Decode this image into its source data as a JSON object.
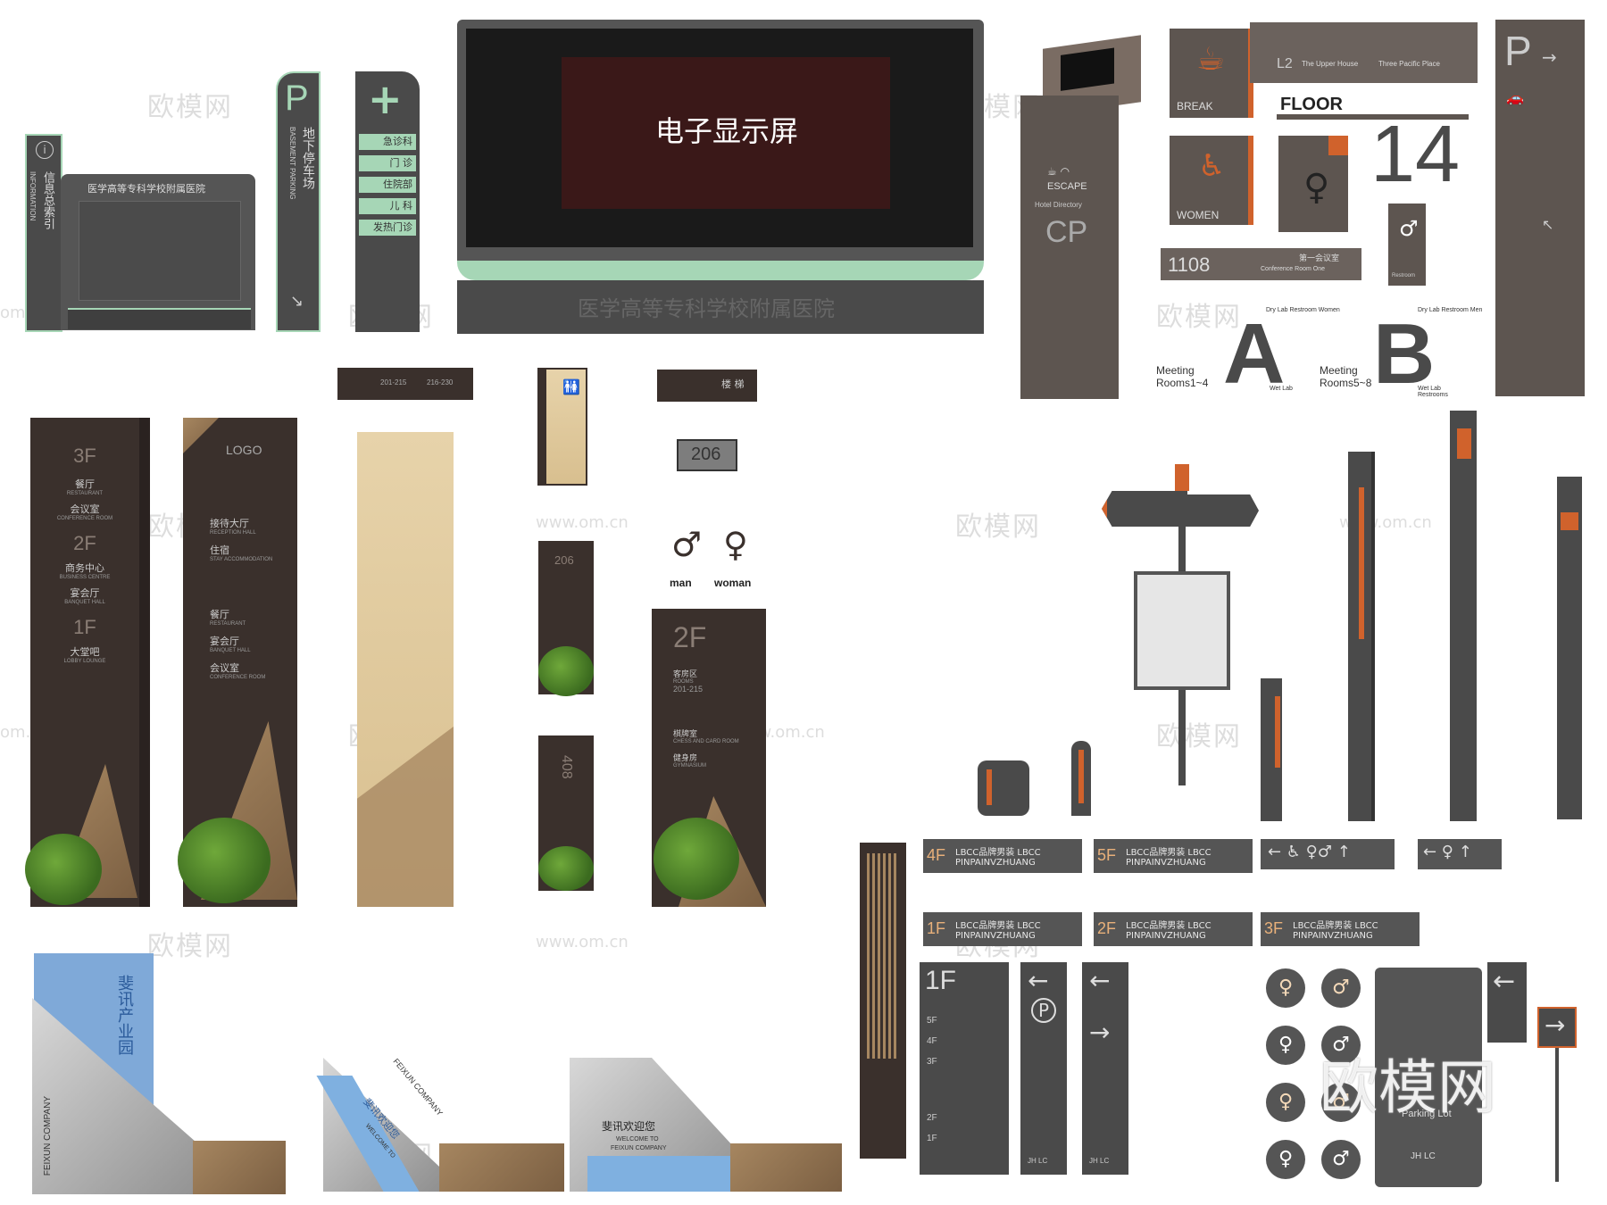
{
  "watermarks": {
    "brand": "欧模网",
    "url": "www.om.cn",
    "url_short": "om.cn",
    "big_brand": "欧模网"
  },
  "info_kiosk": {
    "side_text": "信息总索引",
    "side_text_en": "INFORMATION",
    "header": "医学高等专科学校附属医院"
  },
  "parking_sign": {
    "letter": "P",
    "text": "地下停车场",
    "text_en": "BASEMENT PARKING"
  },
  "clinic_sign": {
    "items": [
      "急诊科",
      "门 诊",
      "住院部",
      "儿 科",
      "发热门诊"
    ]
  },
  "screen": {
    "label": "电子显示屏",
    "base_text": "医学高等专科学校附属医院"
  },
  "hotel_kiosk": {
    "escape": "ESCAPE",
    "directory": "Hotel Directory",
    "logo": "CP"
  },
  "hotel_signs": {
    "break": "BREAK",
    "women": "WOMEN",
    "l2": "L2",
    "l2_text1": "The Upper House",
    "l2_text2": "Three Pacific Place",
    "floor": "FLOOR",
    "floor_num": "14",
    "room": "1108",
    "room_cn": "第一会议室",
    "room_en": "Conference Room One",
    "restroom": "Restroom",
    "a": "A",
    "b": "B",
    "meeting_a": "Meeting Rooms1~4",
    "meeting_b": "Meeting Rooms5~8",
    "dry_lab_a": "Dry Lab Restroom Women",
    "dry_lab_b": "Dry Lab Restroom Men",
    "wet_lab": "Wet Lab",
    "wet_lab_b": "Wet Lab Restrooms",
    "p_letter": "P"
  },
  "door_plates": {
    "range_a": "201-215",
    "range_b": "216-230",
    "room206": "206",
    "label_top": "楼 梯"
  },
  "directory_3f": {
    "floors": [
      {
        "floor": "3F",
        "items": [
          [
            "餐厅",
            "RESTAURANT"
          ],
          [
            "会议室",
            "CONFERENCE ROOM"
          ]
        ]
      },
      {
        "floor": "2F",
        "items": [
          [
            "商务中心",
            "BUSINESS CENTRE"
          ],
          [
            "宴会厅",
            "BANQUET HALL"
          ]
        ]
      },
      {
        "floor": "1F",
        "items": [
          [
            "大堂吧",
            "LOBBY LOUNGE"
          ]
        ]
      }
    ]
  },
  "directory_logo": {
    "logo": "LOGO",
    "items": [
      [
        "接待大厅",
        "RECEPTION HALL"
      ],
      [
        "住宿",
        "STAY ACCOMMODATION"
      ],
      [
        "餐厅",
        "RESTAURANT"
      ],
      [
        "宴会厅",
        "BANQUET HALL"
      ],
      [
        "会议室",
        "CONFERENCE ROOM"
      ]
    ]
  },
  "small_plates": {
    "p206": "206",
    "p408": "408"
  },
  "restroom_icons": {
    "man": "man",
    "woman": "woman"
  },
  "floor_2f": {
    "floor": "2F",
    "items": [
      [
        "客房区",
        "ROOMS",
        "201-215"
      ],
      [
        "棋牌室",
        "CHESS AND CARD ROOM"
      ],
      [
        "健身房",
        "GYMNASIUM"
      ]
    ]
  },
  "monuments": {
    "a_cn": "斐讯产业园",
    "a_en": "FEIXUN COMPANY",
    "a_small": "斐讯产业园",
    "b_cn": "斐讯欢迎您",
    "b_en": "FEIXUN COMPANY",
    "b_welcome": "WELCOME TO",
    "c_cn": "斐讯欢迎您",
    "c_welcome": "WELCOME TO",
    "c_en": "FEIXUN COMPANY"
  },
  "mall_signs": {
    "brand": "LBCC品牌男装 LBCC PINPAINVZHUANG",
    "floors": [
      "4F",
      "5F",
      "1F",
      "2F",
      "3F"
    ]
  },
  "mall_totem": {
    "floor": "1F",
    "floors_list": [
      "5F",
      "4F",
      "3F",
      "2F",
      "1F"
    ],
    "jhlc": "JH LC",
    "parking_lot": "Parking Lot"
  },
  "colors": {
    "dark_gray": "#4a4a4a",
    "brown_black": "#3a302c",
    "mint": "#a6d6b6",
    "orange": "#d0622c",
    "screen_red": "#3a1818"
  }
}
